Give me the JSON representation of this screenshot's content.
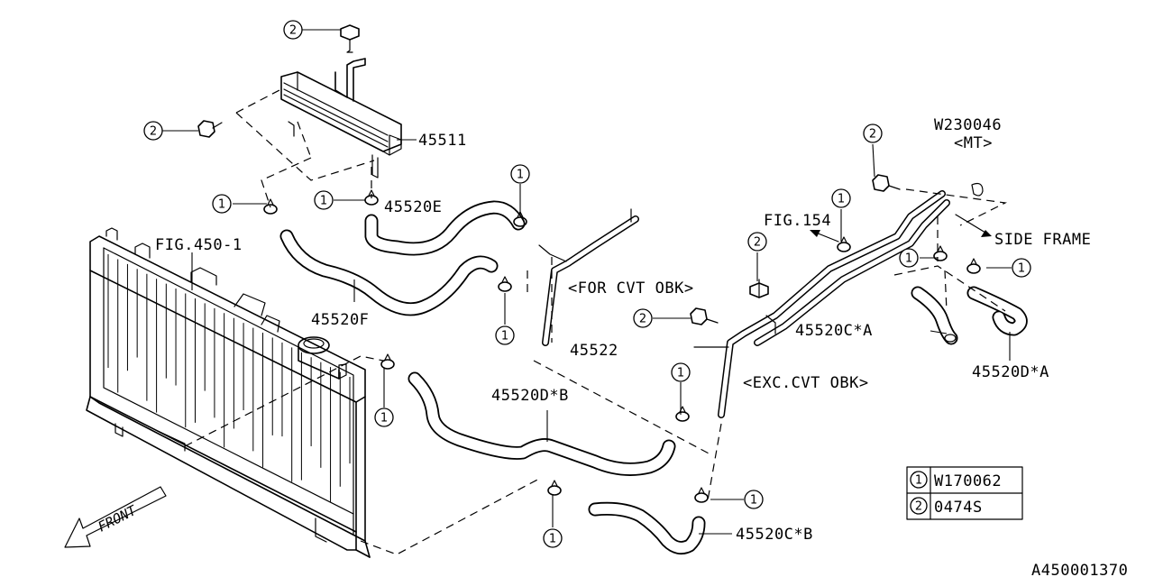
{
  "diagram": {
    "part_labels": {
      "cooler": "45511",
      "hose_e": "45520E",
      "hose_f": "45520F",
      "pipe": "45522",
      "hose_c_a": "45520C*A",
      "hose_d_a": "45520D*A",
      "hose_d_b": "45520D*B",
      "hose_c_b": "45520C*B"
    },
    "figure_refs": {
      "fig_radiator": "FIG.450-1",
      "fig_154": "FIG.154",
      "w_code": "W230046",
      "mt": "<MT>",
      "side_frame": "SIDE FRAME"
    },
    "variant_notes": {
      "cvt_obk": "<FOR CVT OBK>",
      "exc_cvt_obk": "<EXC.CVT OBK>"
    },
    "front_label": "FRONT",
    "callout_numbers": {
      "one": "1",
      "two": "2"
    },
    "legend": [
      {
        "num": "1",
        "part": "W170062"
      },
      {
        "num": "2",
        "part": "0474S"
      }
    ],
    "diagram_id": "A450001370"
  }
}
